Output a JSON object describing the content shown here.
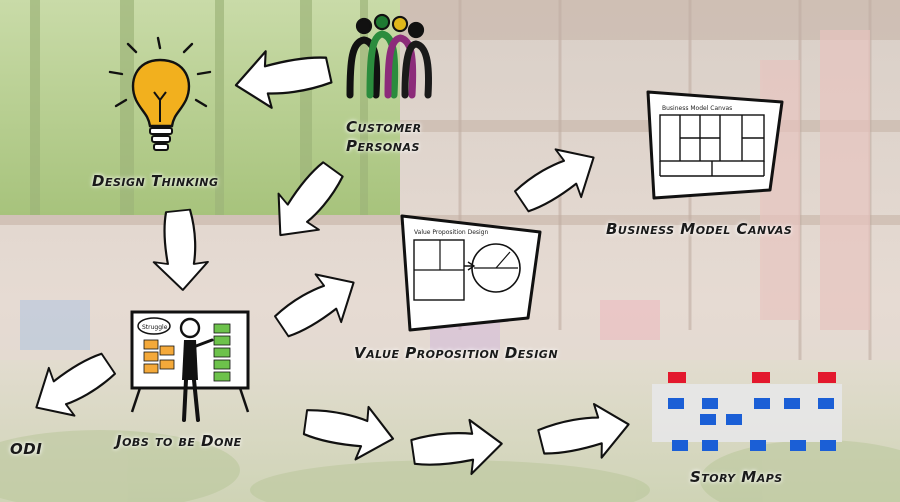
{
  "nodes": {
    "customer_personas": [
      "Customer",
      "Personas"
    ],
    "design_thinking": "Design Thinking",
    "business_model_canvas": "Business Model Canvas",
    "value_proposition_design": "Value Proposition Design",
    "jobs_to_be_done": "Jobs to be Done",
    "odi": "ODI",
    "story_maps": "Story Maps"
  },
  "sketches": {
    "business_model_canvas_title": "Business Model Canvas",
    "value_proposition_title": "Value Proposition Design",
    "jobs_board_tag": "Struggle"
  },
  "colors": {
    "arrow_fill": "#ffffff",
    "arrow_stroke": "#111111",
    "bulb": "#f2b01e",
    "sticky_green": "#6dc24b",
    "sticky_orange": "#f4a93a",
    "story_red": "#e3182d",
    "story_blue": "#1b5fd6"
  },
  "icons": {
    "customer_personas": "people-group-icon",
    "design_thinking": "lightbulb-icon",
    "business_model_canvas": "canvas-board-icon",
    "value_proposition_design": "value-proposition-board-icon",
    "jobs_to_be_done": "presenter-board-icon",
    "story_maps": "story-map-icon"
  }
}
